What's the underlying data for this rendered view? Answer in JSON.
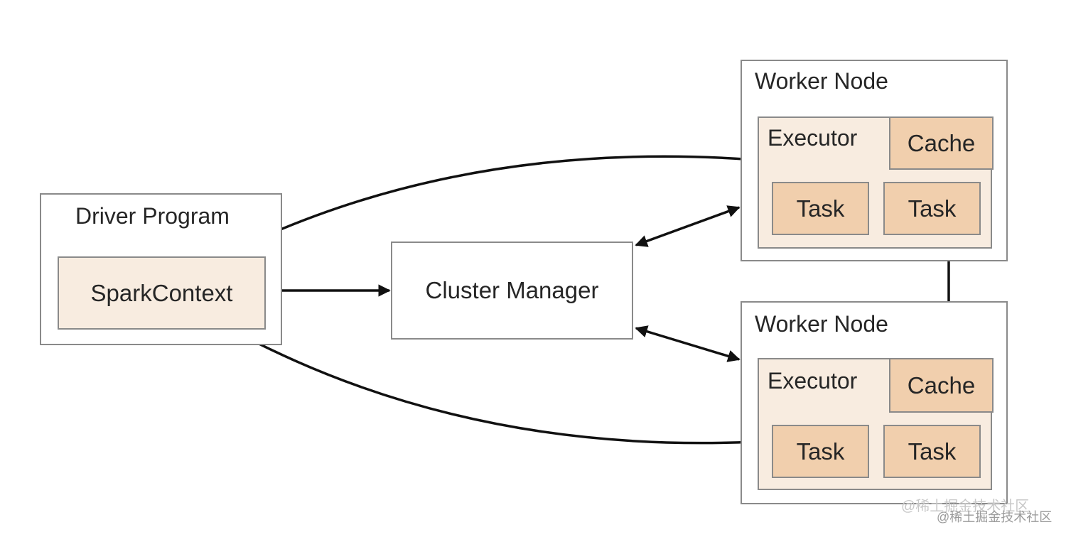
{
  "driver": {
    "title": "Driver Program",
    "context": "SparkContext"
  },
  "cluster_manager": {
    "label": "Cluster Manager"
  },
  "workers": [
    {
      "title": "Worker Node",
      "executor": "Executor",
      "cache": "Cache",
      "tasks": [
        "Task",
        "Task"
      ]
    },
    {
      "title": "Worker Node",
      "executor": "Executor",
      "cache": "Cache",
      "tasks": [
        "Task",
        "Task"
      ]
    }
  ],
  "watermark": {
    "line1": "@稀土掘金技术社区",
    "line2": "@稀土掘金技术社区"
  },
  "colors": {
    "border": "#8a8a8a",
    "context_fill": "#f8ece0",
    "executor_fill": "#f8ece0",
    "cell_fill": "#f1cfad",
    "arrow": "#111111",
    "text": "#262626"
  }
}
